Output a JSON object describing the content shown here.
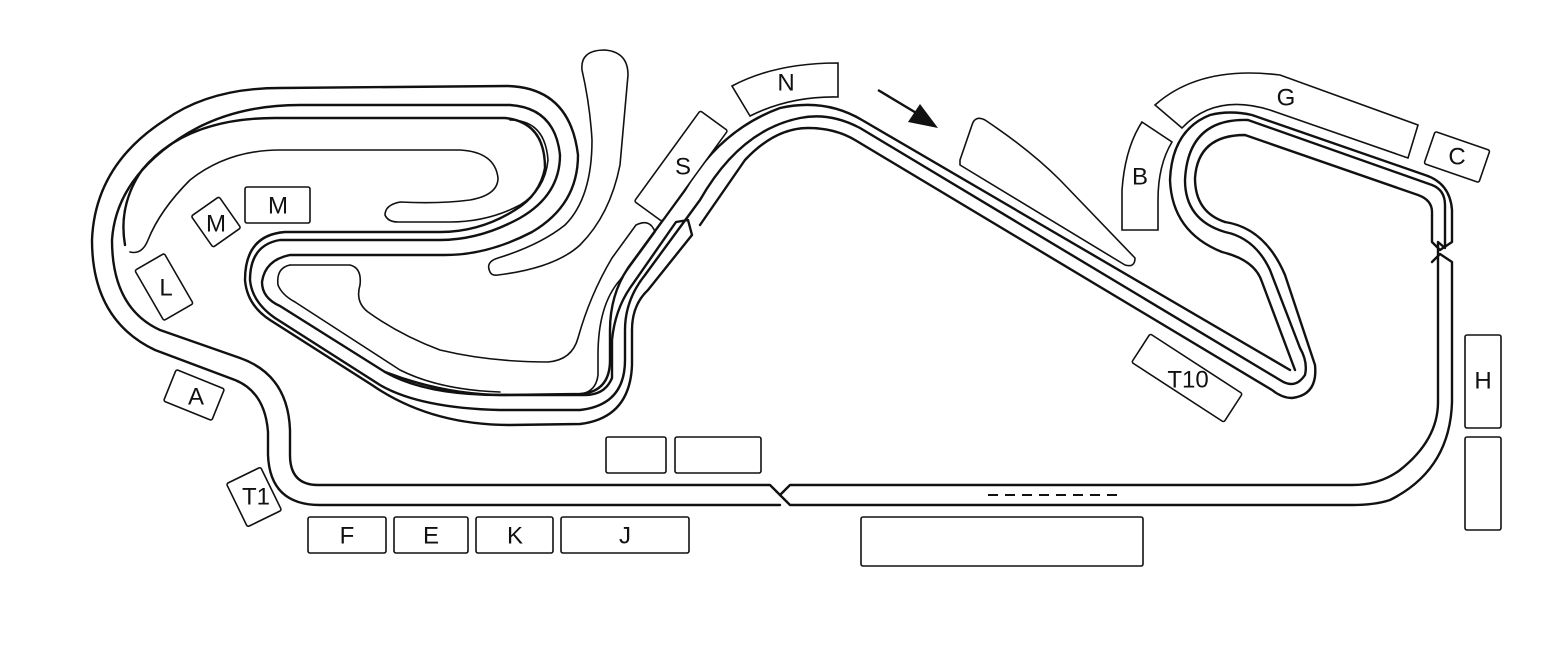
{
  "map": {
    "stands": {
      "A": "A",
      "T1": "T1",
      "L": "L",
      "M_small": "M",
      "M": "M",
      "S": "S",
      "N": "N",
      "B": "B",
      "G": "G",
      "C": "C",
      "H": "H",
      "T10": "T10",
      "F": "F",
      "E": "E",
      "K": "K",
      "J": "J"
    },
    "colors": {
      "line": "#111111",
      "background": "#ffffff"
    },
    "direction_icon": "arrow-icon"
  }
}
